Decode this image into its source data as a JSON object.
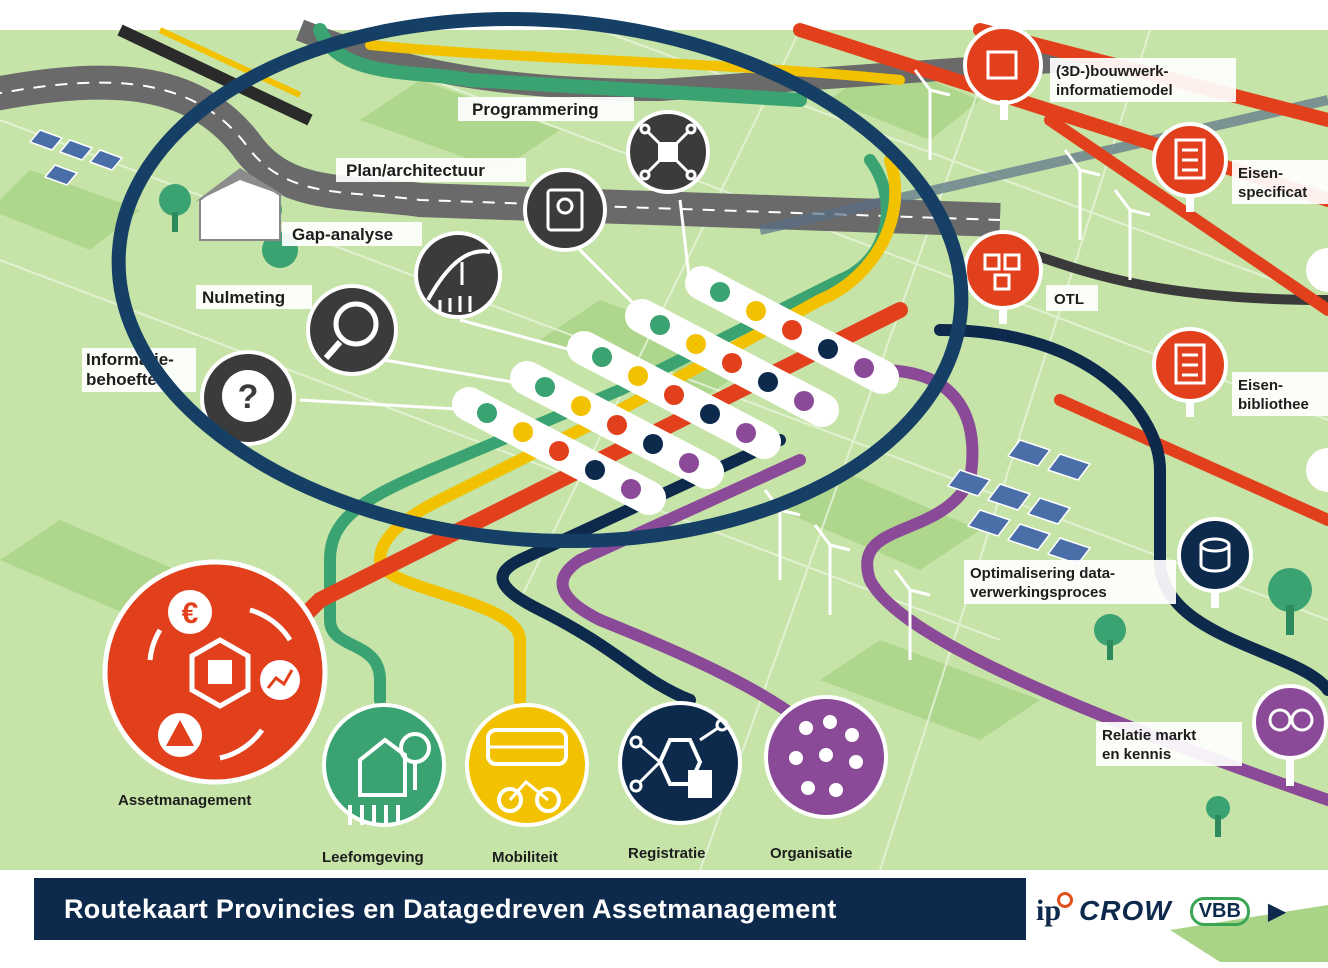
{
  "top_labels": {
    "programmering": "Programmering",
    "plan_architectuur": "Plan/architectuur",
    "gap_analyse": "Gap-analyse",
    "nulmeting": "Nulmeting",
    "informatiebehoefte_1": "Informatie-",
    "informatiebehoefte_2": "behoefte"
  },
  "right_labels": {
    "bouwwerk_1": "(3D-)bouwwerk-",
    "bouwwerk_2": "informatiemodel",
    "eisen_spec_1": "Eisen-",
    "eisen_spec_2": "specificat",
    "otl": "OTL",
    "eisen_bib_1": "Eisen-",
    "eisen_bib_2": "bibliothee",
    "optimalisering_1": "Optimalisering data-",
    "optimalisering_2": "verwerkingsproces",
    "relatie_1": "Relatie markt",
    "relatie_2": "en kennis"
  },
  "bottom_labels": {
    "assetmanagement": "Assetmanagement",
    "leefomgeving": "Leefomgeving",
    "mobiliteit": "Mobiliteit",
    "registratie": "Registratie",
    "organisatie": "Organisatie"
  },
  "banner": {
    "title": "Routekaart Provincies en Datagedreven Assetmanagement"
  },
  "logos": {
    "ipo": "ip",
    "crow": "CROW",
    "vbb": "VBB",
    "arrow": "▶"
  },
  "colors": {
    "green_line": "#3aa371",
    "yellow_line": "#f2c200",
    "red_line": "#e2401c",
    "navy_line": "#0d2a4d",
    "purple_line": "#8a4a97",
    "ground": "#b8dc9a",
    "ellipse": "#163f66"
  },
  "icons": [
    "network-icon",
    "lightbulb-scroll-icon",
    "bridge-measure-icon",
    "magnifier-icon",
    "question-icon",
    "bim-model-icon",
    "checklist-icon",
    "otl-cubes-icon",
    "checklist-icon",
    "database-sync-icon",
    "bulb-exchange-icon",
    "euro-cycle-icon",
    "nature-house-icon",
    "train-bike-icon",
    "data-registry-icon",
    "people-network-icon"
  ]
}
